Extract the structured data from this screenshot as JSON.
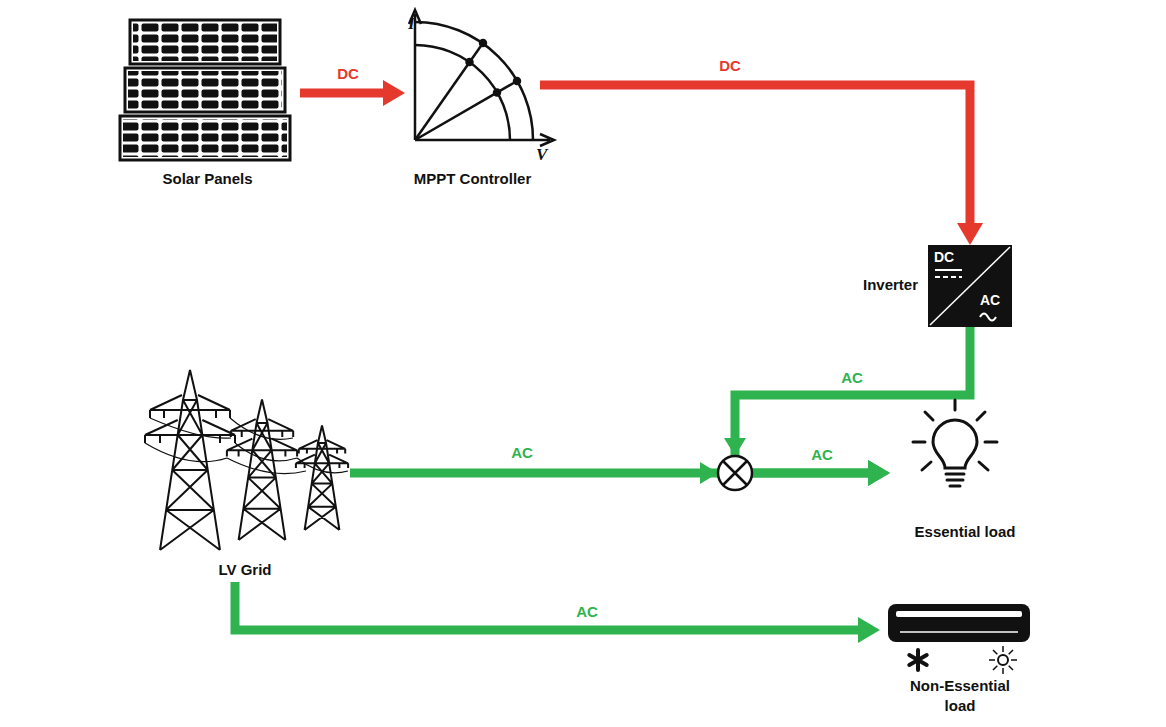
{
  "diagram": {
    "nodes": [
      {
        "text": [
          "Solar Panels"
        ]
      },
      {
        "text": [
          "MPPT Controller",
          "I",
          "V"
        ]
      },
      {
        "text": [
          "Inverter",
          "DC",
          "AC"
        ]
      },
      {
        "text": [
          "LV Grid"
        ]
      },
      {
        "text": [
          "Essential load"
        ]
      },
      {
        "text": [
          "Non-Essential load"
        ]
      }
    ],
    "edges": [
      {
        "from": 0,
        "to": 1,
        "arrow": "to",
        "label": "DC"
      },
      {
        "from": 1,
        "to": 2,
        "arrow": "to",
        "label": "DC"
      },
      {
        "from": 2,
        "to": 4,
        "arrow": "to",
        "label": "AC"
      },
      {
        "from": 3,
        "to": 4,
        "arrow": "to",
        "label": "AC"
      },
      {
        "from": 3,
        "to": 5,
        "arrow": "to",
        "label": "AC"
      }
    ],
    "labels": [
      "AC"
    ]
  }
}
